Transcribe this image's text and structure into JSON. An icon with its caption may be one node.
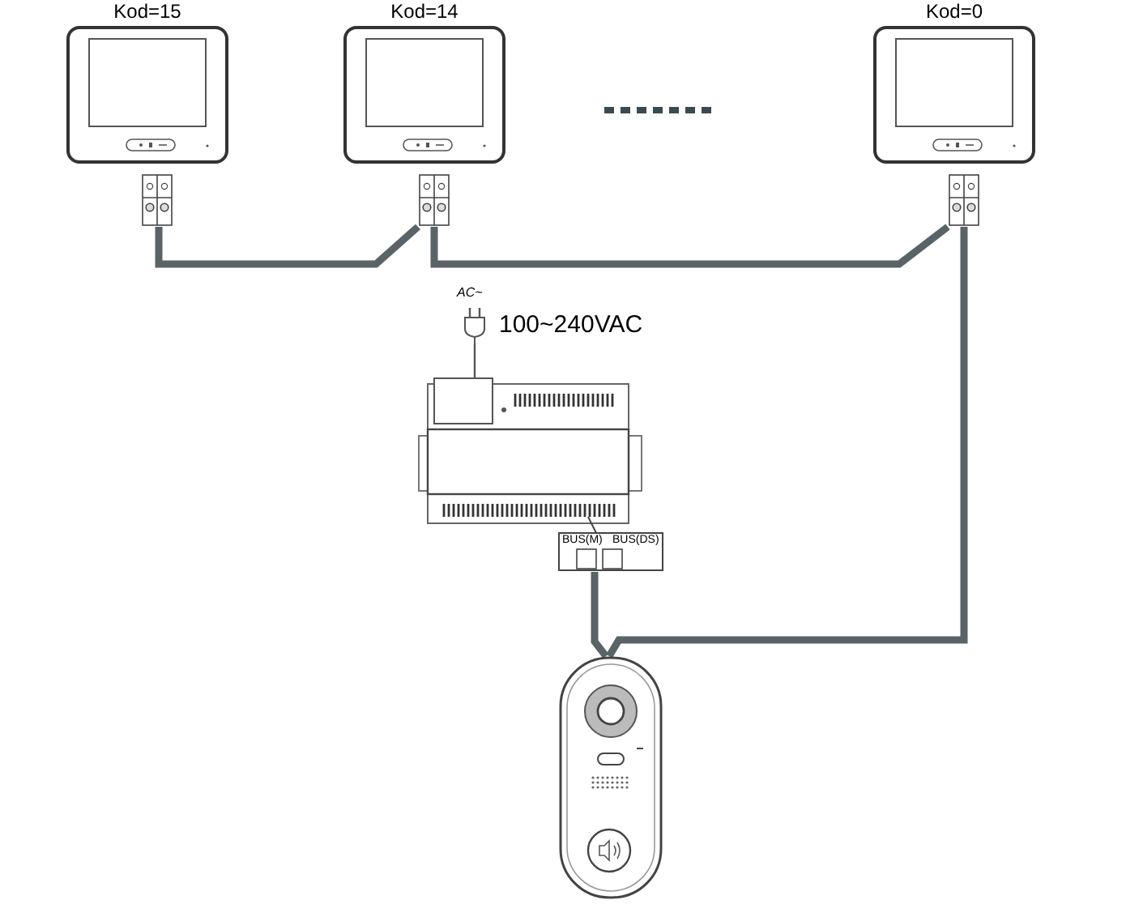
{
  "diagram": {
    "nodes": [
      {
        "text": [
          "Kod=15"
        ]
      },
      {
        "text": [
          "Kod=14"
        ]
      },
      {
        "text": [
          "Kod=0"
        ]
      },
      {
        "text": [],
        "shape": "picture",
        "beside": [
          "AC~",
          "100~240VAC"
        ]
      },
      {
        "text": [],
        "shape": "picture"
      },
      {
        "text": [],
        "shape": "picture"
      }
    ],
    "edges": [
      {
        "from": 0,
        "to": 1,
        "arrow": "none"
      },
      {
        "from": 1,
        "to": 2,
        "arrow": "none"
      },
      {
        "from": 2,
        "to": 5,
        "arrow": "none"
      },
      {
        "from": 4,
        "to": 5,
        "arrow": "none"
      },
      {
        "from": 3,
        "to": 4,
        "arrow": "none"
      }
    ],
    "labels": [
      "BUS(M)",
      "BUS(DS)"
    ]
  }
}
